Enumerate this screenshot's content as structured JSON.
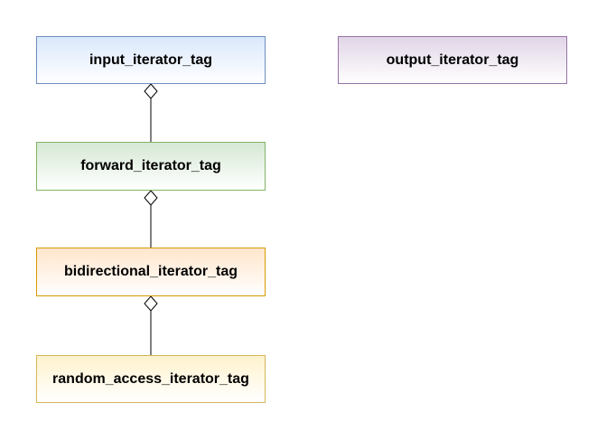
{
  "nodes": {
    "input": {
      "label": "input_iterator_tag",
      "fill": "#dae8fc",
      "stroke": "#6c8ebf"
    },
    "output": {
      "label": "output_iterator_tag",
      "fill": "#e1d5e7",
      "stroke": "#9673a6"
    },
    "forward": {
      "label": "forward_iterator_tag",
      "fill": "#d5e8d4",
      "stroke": "#82b366"
    },
    "bidirectional": {
      "label": "bidirectional_iterator_tag",
      "fill": "#ffe6cc",
      "stroke": "#d79b00"
    },
    "random": {
      "label": "random_access_iterator_tag",
      "fill": "#fff2cc",
      "stroke": "#d6b656"
    }
  },
  "edges": [
    {
      "from": "forward",
      "to": "input",
      "type": "aggregation"
    },
    {
      "from": "bidirectional",
      "to": "forward",
      "type": "aggregation"
    },
    {
      "from": "random",
      "to": "bidirectional",
      "type": "aggregation"
    }
  ]
}
